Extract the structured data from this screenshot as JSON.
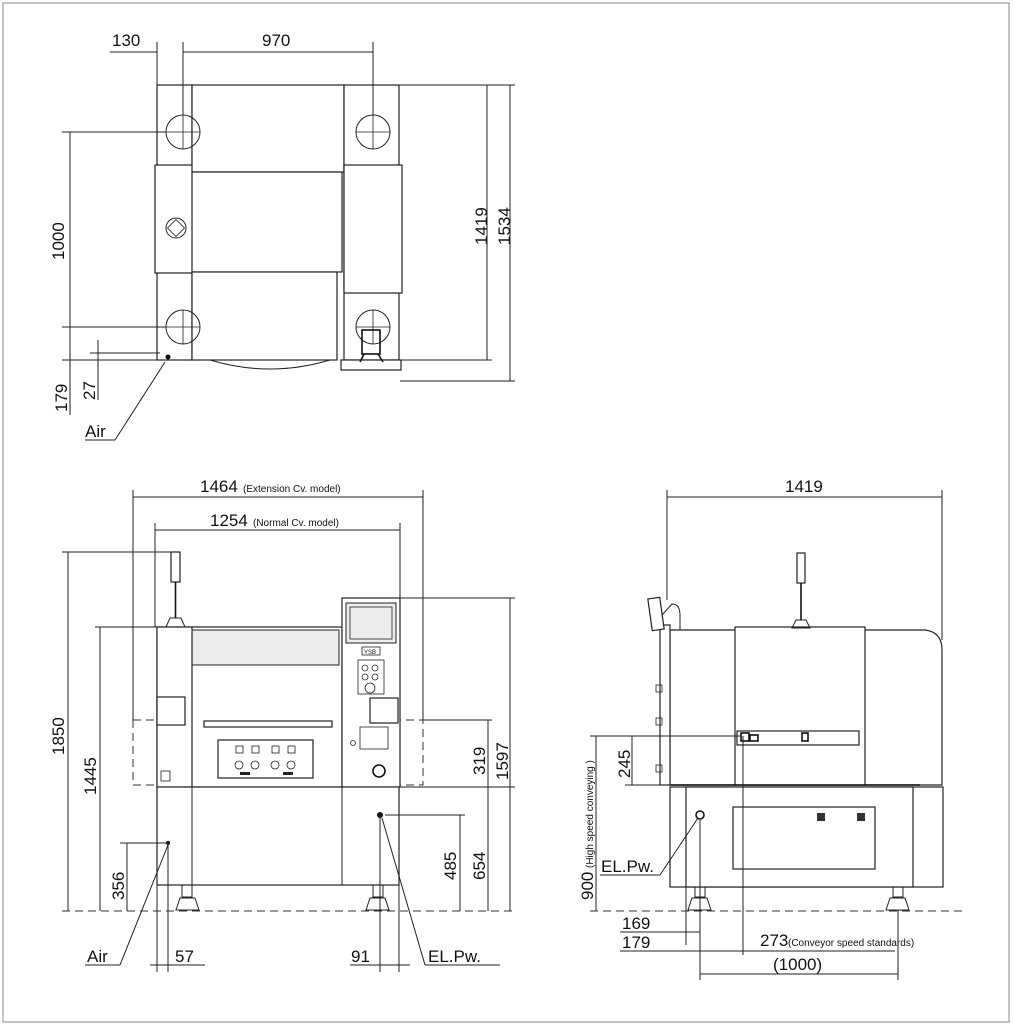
{
  "top_view": {
    "dims": {
      "d130": "130",
      "d970": "970",
      "d1000": "1000",
      "d1419": "1419",
      "d1534": "1534",
      "d179": "179",
      "d27": "27"
    },
    "labels": {
      "air": "Air"
    }
  },
  "front_view": {
    "dims": {
      "d1464": "1464",
      "d1464_note": "(Extension Cv. model)",
      "d1254": "1254",
      "d1254_note": "(Normal Cv. model)",
      "d1850": "1850",
      "d1445": "1445",
      "d356": "356",
      "d319": "319",
      "d1597": "1597",
      "d485": "485",
      "d654": "654",
      "d57": "57",
      "d91": "91"
    },
    "labels": {
      "air": "Air",
      "elpw": "EL.Pw.",
      "panel_tag": "YSB"
    }
  },
  "side_view": {
    "dims": {
      "d1419": "1419",
      "d245": "245",
      "d900": "900",
      "d900_note": "(High speed conveying )",
      "d169": "169",
      "d179": "179",
      "d273": "273",
      "d273_note": "(Conveyor speed standards)",
      "d1000": "(1000)"
    },
    "labels": {
      "elpw": "EL.Pw."
    }
  },
  "colors": {
    "line": "#222222",
    "background": "#ffffff",
    "frame": "#8a8a8a"
  }
}
